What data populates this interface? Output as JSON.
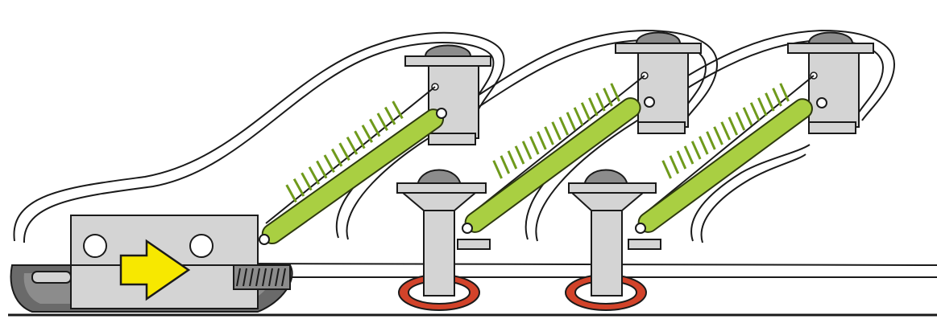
{
  "diagram": {
    "kind": "mechanical-illustration",
    "labels": [],
    "module_count": 3,
    "arrow_direction": "right",
    "colors": {
      "arm": "#a9cf42",
      "arm_outline": "#2e3a0e",
      "spring": "#6f9a1c",
      "metal": "#d4d4d4",
      "metal_dark": "#8c8c8c",
      "rubber": "#6a6a6a",
      "gasket": "#d2432a",
      "arrow": "#f7e800",
      "outline": "#1a1a1a",
      "background": "#ffffff"
    }
  }
}
